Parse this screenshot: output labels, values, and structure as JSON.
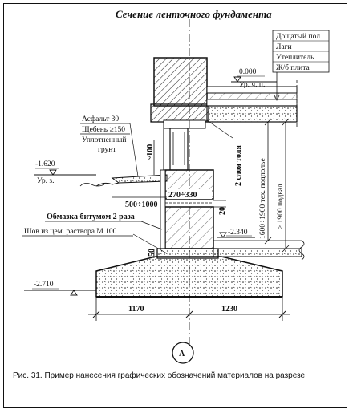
{
  "title": "Сечение ленточного фундамента",
  "caption": "Рис. 31. Пример нанесения графических обозначений материалов на разрезе",
  "floor_layers": [
    "Дощатый пол",
    "Лаги",
    "Утеплитель",
    "Ж/б плита"
  ],
  "levels": {
    "floor_value": "0.000",
    "floor_label": "Ур. ч. п.",
    "ground_value": "-1.620",
    "ground_label": "Ур. з.",
    "basement_value": "-2.340",
    "bottom_value": "-2.710"
  },
  "blind_area_layers": [
    "Асфальт 30",
    "Щебень ≥150",
    "Уплотненный",
    "грунт"
  ],
  "notes": {
    "bitumen": "Обмазка битумом 2 раза",
    "mortar_joint": "Шов из цем. раствора М 100",
    "membrane": "2 слоя толя"
  },
  "dimensions": {
    "plinth_gap": "~100",
    "blind_area_width": "500÷1000",
    "block_width": "270÷330",
    "joint_thickness": "20",
    "pad_height": "50",
    "footing_left": "1170",
    "footing_right": "1230",
    "underfloor_height": "1600÷1900 тех. подполье",
    "basement_height": "≥ 1900 подвал"
  },
  "section_marker": "А"
}
